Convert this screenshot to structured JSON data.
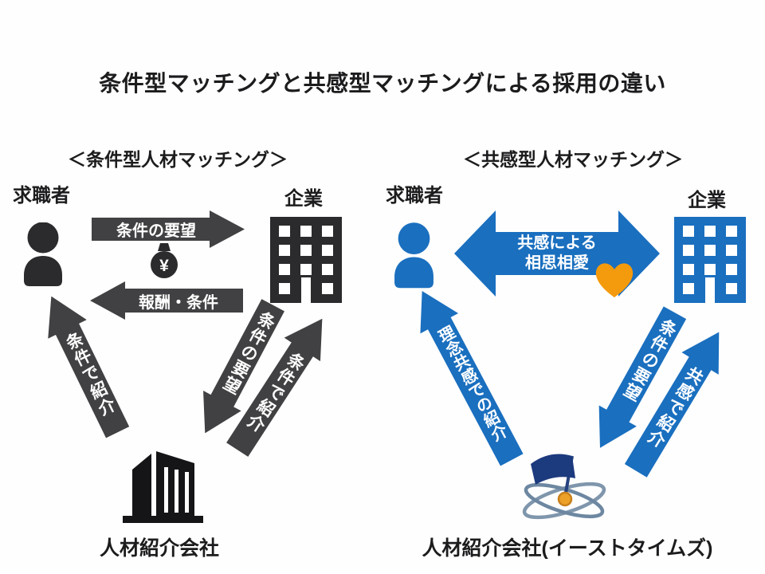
{
  "title": "条件型マッチングと共感型マッチングによる採用の違い",
  "colors": {
    "dark_arrow": "#414143",
    "dark_icon": "#2b2b2d",
    "blue": "#1a6fbf",
    "heart_orange": "#f49a0d",
    "flag_navy": "#1c3a7e",
    "orbit_gray": "#7f96ac",
    "center_gold": "#eda127",
    "text_black": "#1c1c1e",
    "arrow_text_white": "#ffffff"
  },
  "icons": {
    "left_person": "person-icon",
    "left_company": "office-building-icon",
    "money_bag": "money-bag-icon",
    "left_agency": "agency-building-icon",
    "right_person": "person-icon",
    "right_company": "office-building-icon",
    "heart": "heart-icon",
    "right_agency_logo": "flag-orbit-logo-icon"
  },
  "left": {
    "header": "＜条件型人材マッチング＞",
    "job_seeker_label": "求職者",
    "company_label": "企業",
    "agency_label": "人材紹介会社",
    "money_symbol": "¥",
    "arrows": {
      "request_top": "条件の要望",
      "reward_bottom": "報酬・条件",
      "referral_to_seeker": "条件で紹介",
      "request_to_agency": "条件の要望",
      "referral_to_company": "条件で紹介"
    }
  },
  "right": {
    "header": "＜共感型人材マッチング＞",
    "job_seeker_label": "求職者",
    "company_label": "企業",
    "agency_label": "人材紹介会社(イーストタイムズ)",
    "arrows": {
      "mutual_line1": "共感による",
      "mutual_line2": "相思相愛",
      "referral_to_seeker": "理念共感での紹介",
      "request_to_agency": "条件の要望",
      "referral_to_company": "共感で紹介"
    }
  }
}
